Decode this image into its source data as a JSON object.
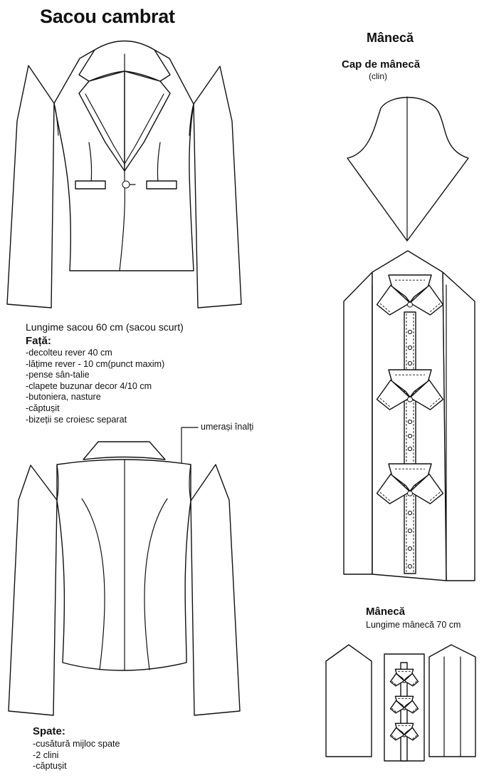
{
  "title": "Sacou cambrat",
  "sleeve_heading": "Mânecă",
  "sleeve_cap": {
    "title": "Cap de mânecă",
    "note": "(clin)"
  },
  "jacket_length": "Lungime sacou 60 cm (sacou scurt)",
  "front": {
    "heading": "Față:",
    "items": [
      "-decolteu rever 40 cm",
      "-lățime rever - 10 cm(punct maxim)",
      "-pense  sân-talie",
      "-clapete buzunar decor 4/10 cm",
      "-butoniera, nasture",
      "-căptușit",
      "-bizeții se croiesc separat"
    ]
  },
  "shoulder_callout": "umerași înalți",
  "sleeve": {
    "title": "Mânecă",
    "length": "Lungime mânecă 70 cm"
  },
  "back": {
    "heading": "Spate:",
    "items": [
      "-cusătură mijloc spate",
      "-2 clini",
      "-căptușit"
    ]
  }
}
